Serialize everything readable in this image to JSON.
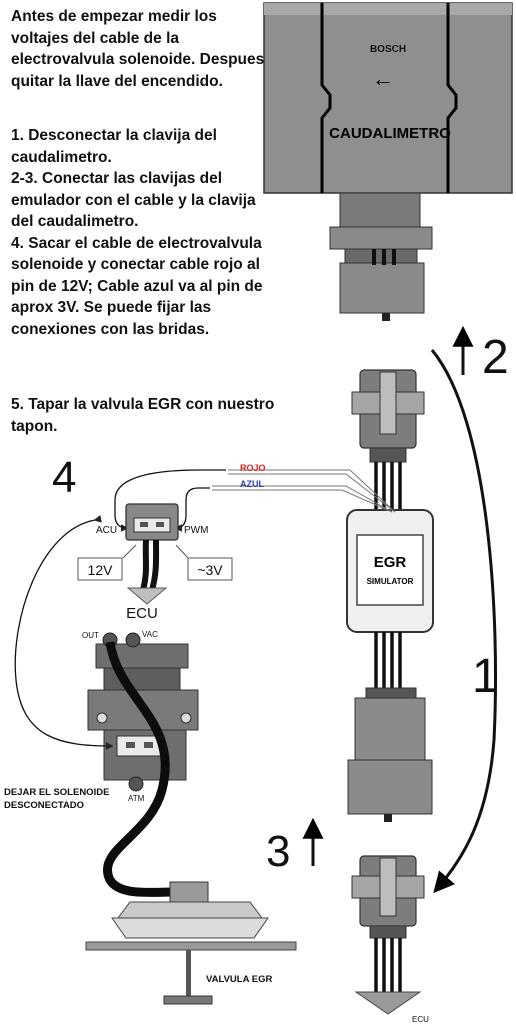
{
  "instructions": {
    "intro": "Antes de empezar medir los voltajes del cable de la electrovalvula solenoide. Despues quitar la llave del encendido.",
    "step1": "1. Desconectar la clavija del caudalimetro.",
    "step23": "2-3. Conectar las clavijas del emulador con el cable y la clavija del caudalimetro.",
    "step4": "4. Sacar el cable de electrovalvula solenoide y conectar cable rojo al pin de 12V; Cable azul va al pin de aprox 3V. Se puede fijar las conexiones con las bridas.",
    "step5": "5. Tapar la valvula EGR con nuestro tapon."
  },
  "maf": {
    "brand": "BOSCH",
    "label": "CAUDALIMETRO",
    "arrow": "←"
  },
  "emulator": {
    "line1": "EGR",
    "line2": "SIMULATOR"
  },
  "wires": {
    "red": "ROJO",
    "blue": "AZUL"
  },
  "solenoid_plug": {
    "left_pin": "ACU",
    "right_pin": "PWM",
    "left_voltage": "12V",
    "right_voltage": "~3V",
    "ecu": "ECU"
  },
  "solenoid": {
    "out": "OUT",
    "vac": "VAC",
    "atm": "ATM",
    "note": "DEJAR EL SOLENOIDE DESCONECTADO"
  },
  "egr_valve": {
    "label": "VALVULA EGR"
  },
  "step_numbers": {
    "n1": "1",
    "n2": "2",
    "n3": "3",
    "n4": "4"
  },
  "bottom": {
    "ecu": "ECU"
  },
  "colors": {
    "red_wire": "#d42020",
    "blue_wire": "#2a3fb5",
    "body_gray": "#8c8c8c",
    "dark_gray": "#555555"
  }
}
